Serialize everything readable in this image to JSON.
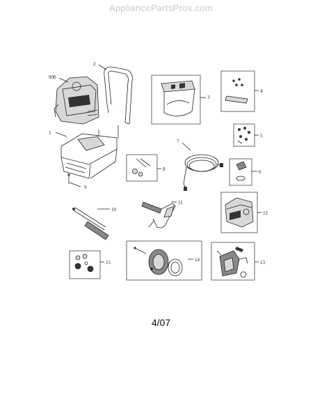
{
  "watermark": "AppliancePartsPros.com",
  "page_footer": "4/07",
  "callouts": {
    "c900": "900",
    "c1": "1",
    "c2": "2",
    "c3": "3",
    "c4": "4",
    "c5": "5",
    "c6": "6",
    "c7": "7",
    "c8": "8",
    "c9": "9",
    "c10": "10",
    "c11": "11",
    "c12": "12",
    "c13": "13",
    "c14": "14",
    "c15": "15"
  }
}
